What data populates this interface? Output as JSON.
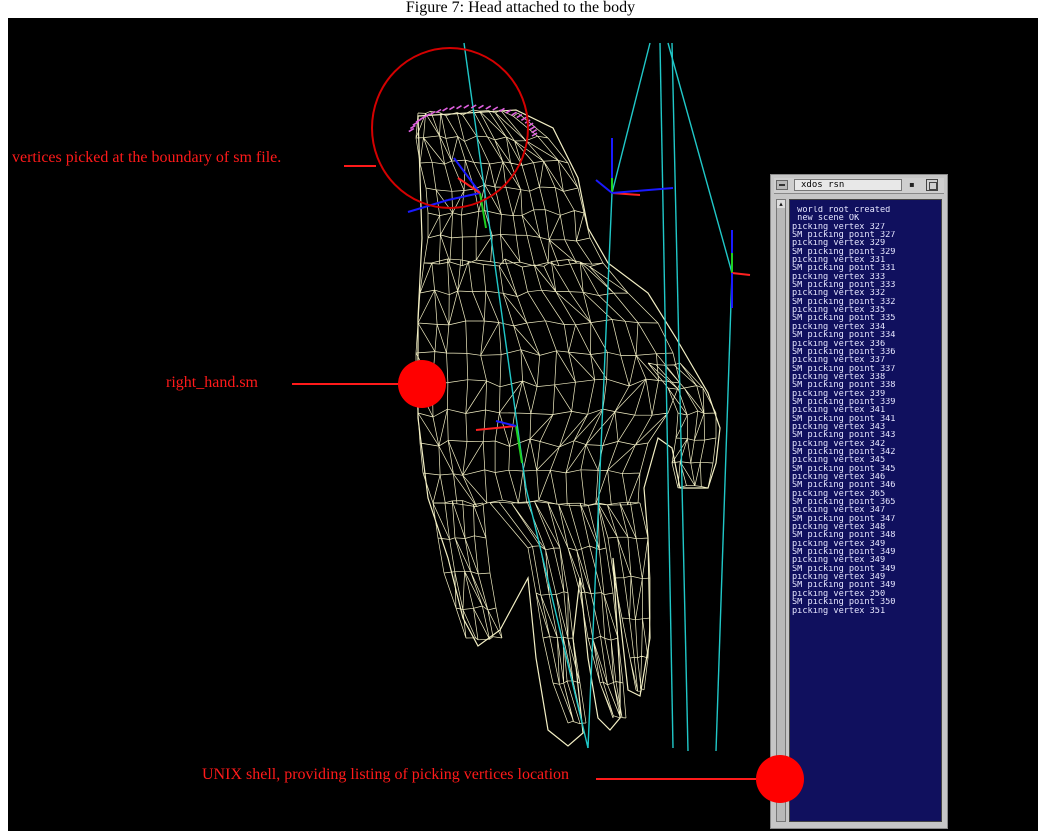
{
  "caption": "Figure 7: Head attached to the body",
  "colors": {
    "background": "#000000",
    "mesh": "#f3efc4",
    "annotation": "#ff1a1a",
    "bone": "#20c8c8",
    "terminal_bg": "#10105e",
    "terminal_text": "#e6e6ff"
  },
  "annotations": {
    "boundary": "vertices picked at the boundary of sm file.",
    "hand": "right_hand.sm",
    "shell": "UNIX shell, providing listing of picking vertices location"
  },
  "terminal": {
    "title": "xdos rsn",
    "min_glyph": "▪",
    "scroll_glyph": "▴",
    "lines": [
      " world root created",
      " new scene OK",
      "picking vertex 327",
      "SM picking point 327",
      "picking vertex 329",
      "SM picking point 329",
      "picking vertex 331",
      "SM picking point 331",
      "picking vertex 333",
      "SM picking point 333",
      "picking vertex 332",
      "SM picking point 332",
      "picking vertex 335",
      "SM picking point 335",
      "picking vertex 334",
      "SM picking point 334",
      "picking vertex 336",
      "SM picking point 336",
      "picking vertex 337",
      "SM picking point 337",
      "picking vertex 338",
      "SM picking point 338",
      "picking vertex 339",
      "SM picking point 339",
      "picking vertex 341",
      "SM picking point 341",
      "picking vertex 343",
      "SM picking point 343",
      "picking vertex 342",
      "SM picking point 342",
      "picking vertex 345",
      "SM picking point 345",
      "picking vertex 346",
      "SM picking point 346",
      "picking vertex 365",
      "SM picking point 365",
      "picking vertex 347",
      "SM picking point 347",
      "picking vertex 348",
      "SM picking point 348",
      "picking vertex 349",
      "SM picking point 349",
      "picking vertex 349",
      "SM picking point 349",
      "picking vertex 349",
      "SM picking point 349",
      "picking vertex 350",
      "SM picking point 350",
      "picking vertex 351"
    ]
  }
}
